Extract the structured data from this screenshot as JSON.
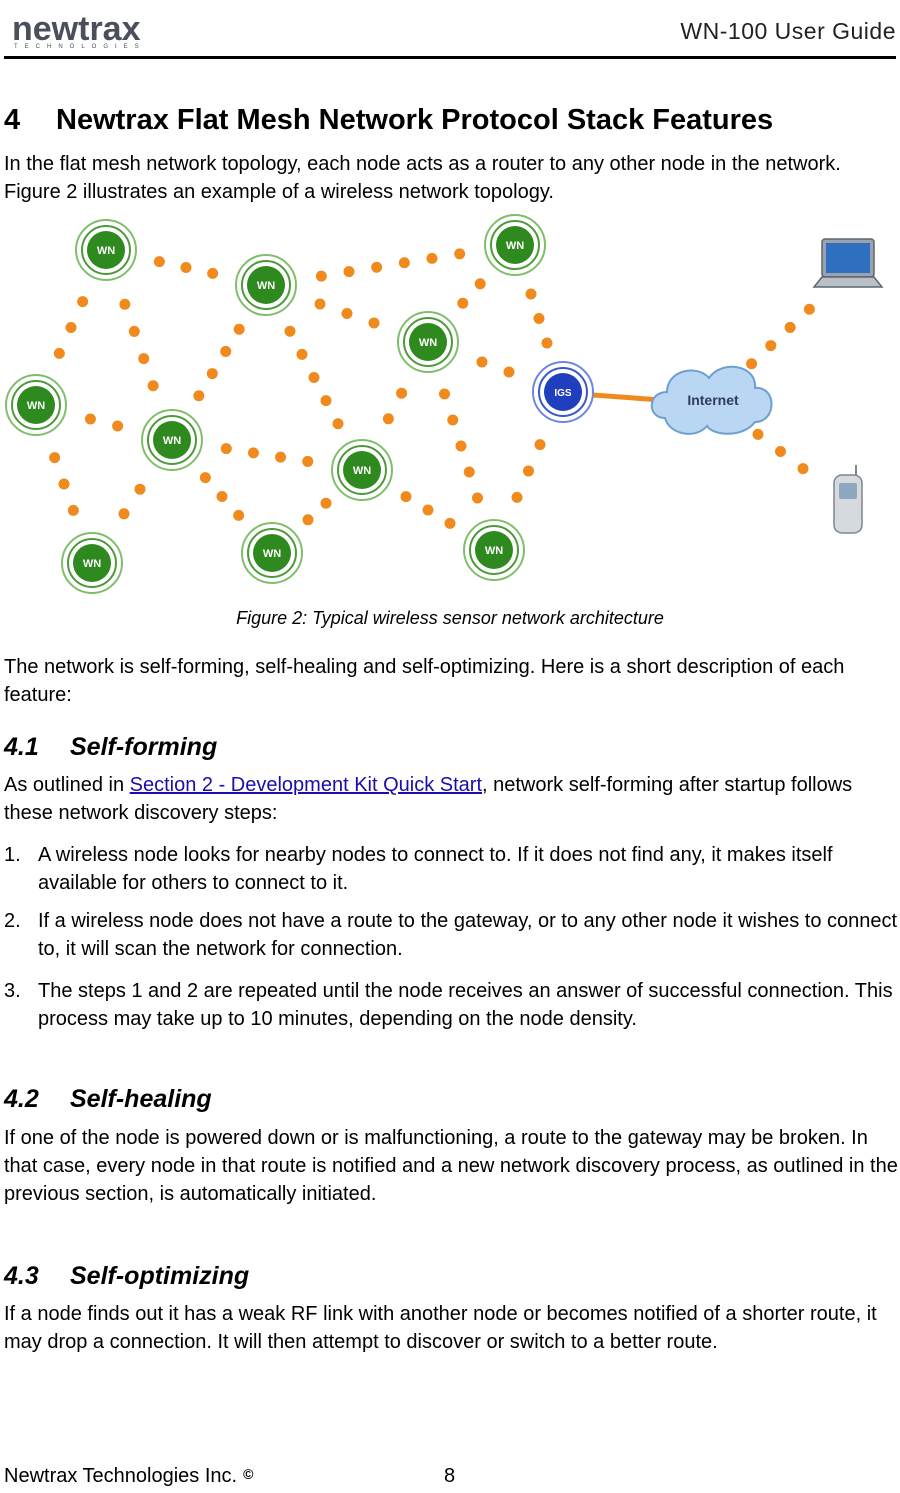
{
  "header": {
    "logo_text": "newtrax",
    "logo_sub": "TECHNOLOGIES",
    "doc_title": "WN-100 User Guide"
  },
  "section4": {
    "number": "4",
    "title": "Newtrax Flat Mesh Network Protocol Stack Features",
    "intro": "In the flat mesh network topology, each node acts as a router to any other node in the network. Figure 2 illustrates an example of a wireless network topology."
  },
  "figure": {
    "node_label": "WN",
    "gateway_label": "IGS",
    "cloud_label": "Internet",
    "caption": "Figure 2: Typical wireless sensor network architecture",
    "colors": {
      "node": "#2e8a1e",
      "link": "#f08a1c",
      "gateway": "#1f3fbf",
      "cloud": "#b9d7f2"
    }
  },
  "after_figure": "The network is self-forming, self-healing and self-optimizing. Here is a short description of each feature:",
  "s41": {
    "number": "4.1",
    "title": "Self-forming",
    "intro_before": "As outlined in ",
    "link": "Section 2 - Development Kit Quick Start",
    "intro_after": ", network self-forming after startup follows these network discovery steps:",
    "steps": [
      {
        "n": "1.",
        "text": "A wireless node looks for nearby nodes to connect to. If it does not find any, it makes itself available for others to connect to it."
      },
      {
        "n": "2.",
        "text": "If a wireless node does not have a route to the gateway, or to any other node it wishes to connect to, it will scan the network for connection."
      },
      {
        "n": "3.",
        "text": "The steps 1 and 2 are repeated until the node receives an answer of successful connection. This process may take up to 10 minutes, depending on the node density."
      }
    ]
  },
  "s42": {
    "number": "4.2",
    "title": "Self-healing",
    "text": "If one of the node is powered down or is malfunctioning, a route to the gateway may be broken. In that case, every node in that route is notified and a new network discovery process, as outlined in the previous section, is automatically initiated."
  },
  "s43": {
    "number": "4.3",
    "title": "Self-optimizing",
    "text": "If a node finds out it has a weak RF link with another node or becomes notified of a shorter route, it may drop a connection. It will then attempt to discover or switch to a better route."
  },
  "footer": {
    "company": "Newtrax Technologies Inc.",
    "copyright": "©",
    "page": "8"
  }
}
